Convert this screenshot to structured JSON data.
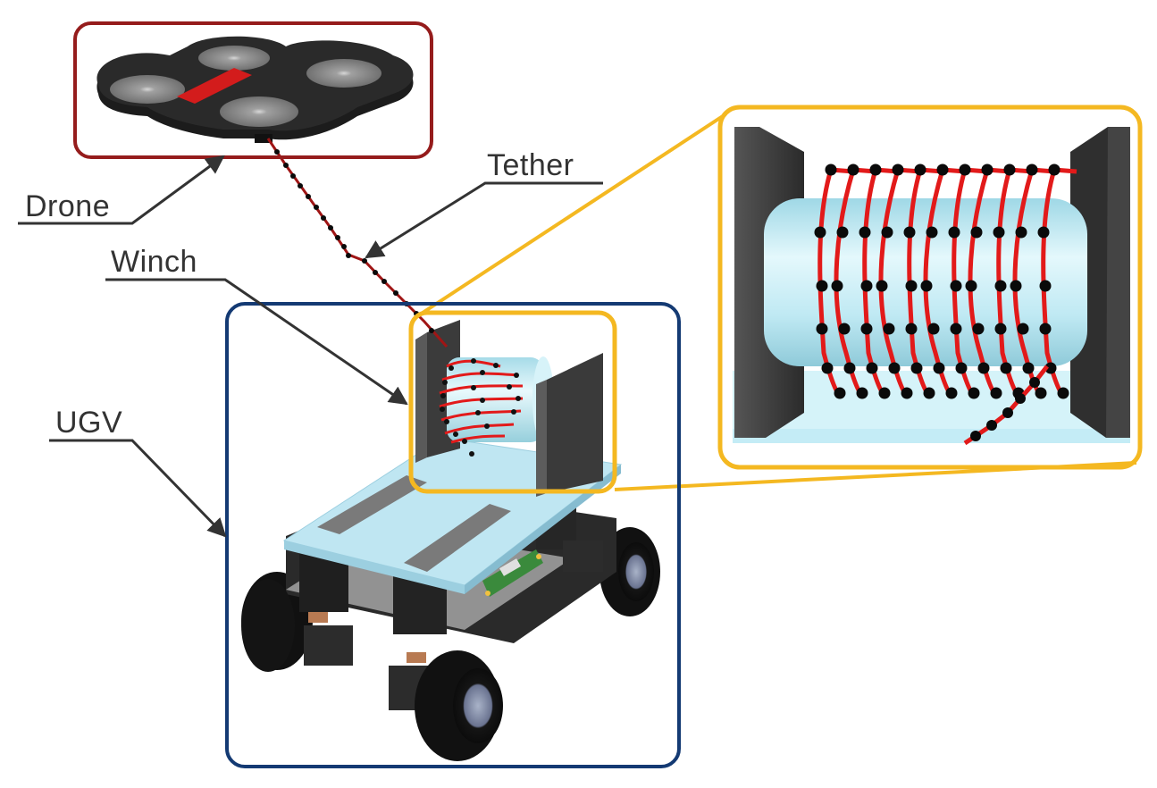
{
  "labels": {
    "drone": "Drone",
    "tether": "Tether",
    "winch": "Winch",
    "ugv": "UGV"
  },
  "colors": {
    "drone_box": "#951c1c",
    "ugv_box": "#143a73",
    "winch_box": "#f4b821",
    "tether": "#e21a1a",
    "bead": "#0a0a0a",
    "drum": "#c9eef7",
    "plate": "#bfe6f2",
    "dark_part": "#2e2e2e"
  },
  "icons": [
    "drone-icon",
    "winch-icon",
    "ugv-icon",
    "tether-icon"
  ]
}
